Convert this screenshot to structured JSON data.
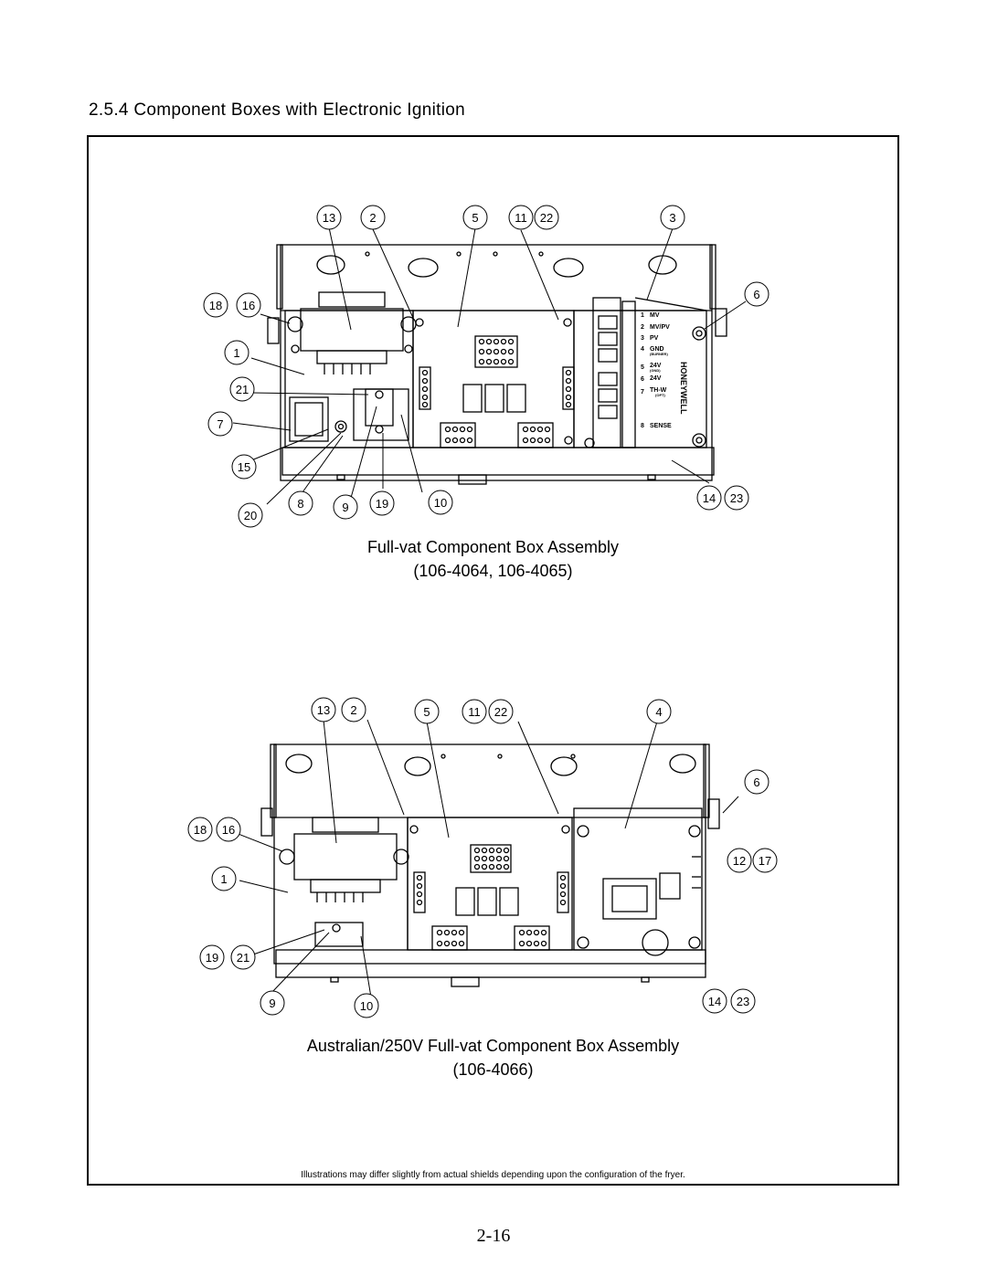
{
  "section_title": "2.5.4 Component Boxes with Electronic Ignition",
  "figure1": {
    "caption_line1": "Full-vat Component Box Assembly",
    "caption_line2": "(106-4064, 106-4065)",
    "callouts": [
      "13",
      "2",
      "5",
      "11",
      "22",
      "3",
      "6",
      "18",
      "16",
      "1",
      "21",
      "7",
      "15",
      "20",
      "8",
      "9",
      "19",
      "10",
      "14",
      "23"
    ],
    "module_labels": {
      "t1": "1",
      "mv": "MV",
      "t2": "2",
      "mvpv": "MV/PV",
      "t3": "3",
      "pv": "PV",
      "t4": "4",
      "gnd": "GND",
      "burner": "(BURNER)",
      "t5": "5",
      "v24a": "24V",
      "gnd2": "(GND)",
      "t6": "6",
      "v24b": "24V",
      "t7": "7",
      "thw": "TH-W",
      "opt": "(OPT)",
      "t8": "8",
      "sense": "SENSE",
      "brand": "HONEYWELL"
    }
  },
  "figure2": {
    "caption_line1": "Australian/250V Full-vat Component Box Assembly",
    "caption_line2": "(106-4066)",
    "callouts": [
      "13",
      "2",
      "5",
      "11",
      "22",
      "4",
      "6",
      "18",
      "16",
      "12",
      "17",
      "1",
      "19",
      "21",
      "9",
      "10",
      "14",
      "23"
    ]
  },
  "footnote": "Illustrations may differ slightly from actual shields depending upon the configuration of the fryer.",
  "page_number": "2-16"
}
